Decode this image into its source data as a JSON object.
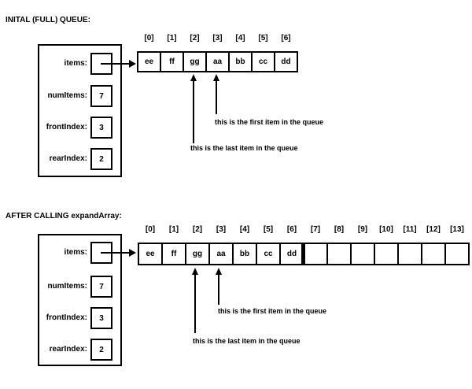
{
  "colors": {
    "ink": "#000000",
    "paper": "#ffffff"
  },
  "sections": [
    {
      "title": "INITAL (FULL) QUEUE:",
      "record": {
        "fields": [
          {
            "label": "items:",
            "value": ""
          },
          {
            "label": "numItems:",
            "value": "7"
          },
          {
            "label": "frontIndex:",
            "value": "3"
          },
          {
            "label": "rearIndex:",
            "value": "2"
          }
        ]
      },
      "array": {
        "indices": [
          "[0]",
          "[1]",
          "[2]",
          "[3]",
          "[4]",
          "[5]",
          "[6]"
        ],
        "cells": [
          "ee",
          "ff",
          "gg",
          "aa",
          "bb",
          "cc",
          "dd"
        ]
      },
      "annotations": {
        "first_item": "this is the first item in the queue",
        "last_item": "this is the last item in the queue"
      }
    },
    {
      "title": "AFTER CALLING expandArray:",
      "record": {
        "fields": [
          {
            "label": "items:",
            "value": ""
          },
          {
            "label": "numItems:",
            "value": "7"
          },
          {
            "label": "frontIndex:",
            "value": "3"
          },
          {
            "label": "rearIndex:",
            "value": "2"
          }
        ]
      },
      "array": {
        "indices": [
          "[0]",
          "[1]",
          "[2]",
          "[3]",
          "[4]",
          "[5]",
          "[6]",
          "[7]",
          "[8]",
          "[9]",
          "[10]",
          "[11]",
          "[12]",
          "[13]"
        ],
        "cells": [
          "ee",
          "ff",
          "gg",
          "aa",
          "bb",
          "cc",
          "dd",
          "",
          "",
          "",
          "",
          "",
          "",
          ""
        ]
      },
      "annotations": {
        "first_item": "this is the first item in the queue",
        "last_item": "this is the last item in the queue"
      }
    }
  ]
}
